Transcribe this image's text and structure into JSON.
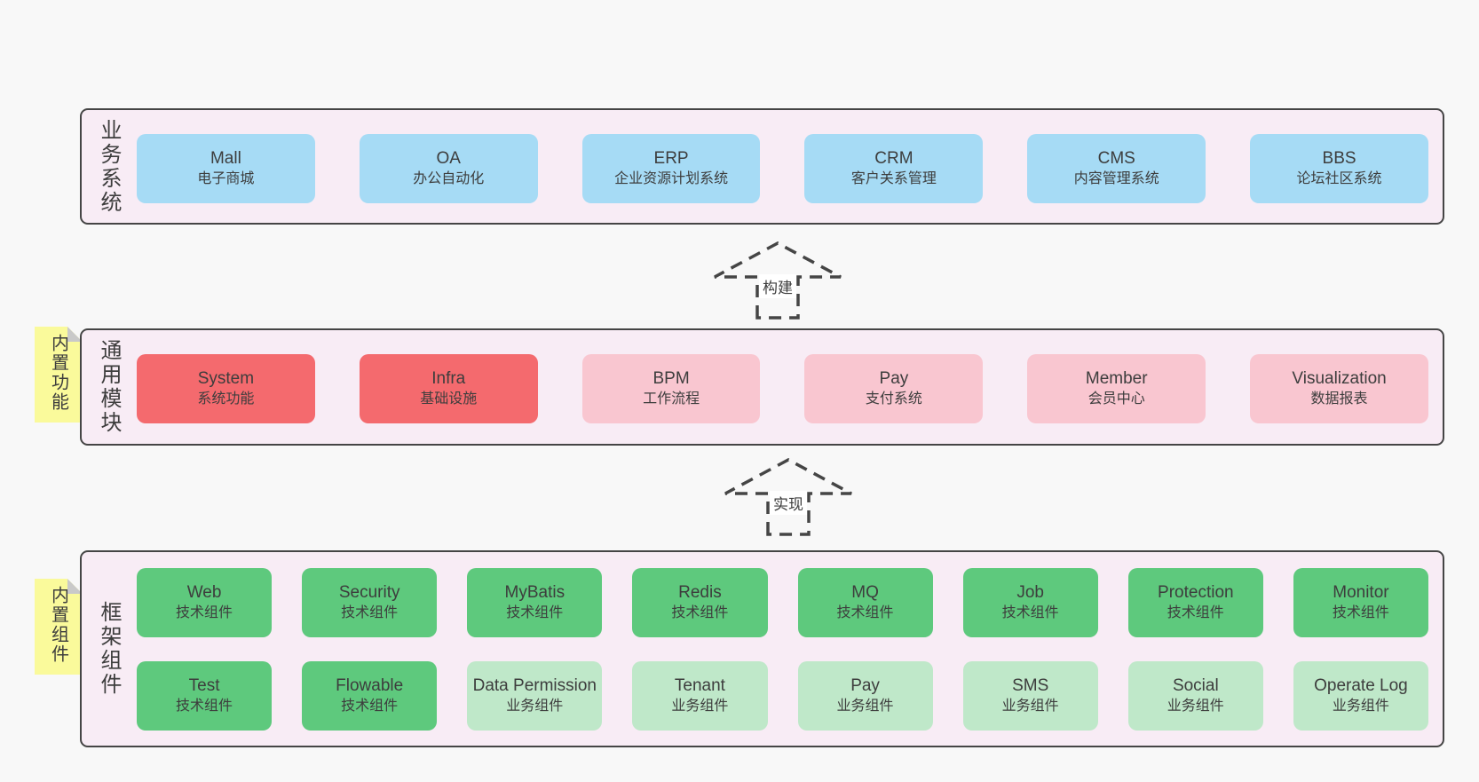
{
  "colors": {
    "page_bg": "#f8f8f8",
    "panel_bg": "#f8ecf5",
    "panel_border": "#454545",
    "blue_box": "#a6dbf5",
    "red_box": "#f46a6e",
    "pink_box": "#f9c6d0",
    "green_box": "#5ec97d",
    "light_green_box": "#bfe8c9",
    "sticky_note": "#fafa9b",
    "sticky_fold": "#c9c9c9",
    "text": "#3d3d3d"
  },
  "arrows": {
    "build": {
      "label": "构建"
    },
    "implement": {
      "label": "实现"
    }
  },
  "sections": {
    "business": {
      "label": "业务系统",
      "boxes": [
        {
          "en": "Mall",
          "zh": "电子商城"
        },
        {
          "en": "OA",
          "zh": "办公自动化"
        },
        {
          "en": "ERP",
          "zh": "企业资源计划系统"
        },
        {
          "en": "CRM",
          "zh": "客户关系管理"
        },
        {
          "en": "CMS",
          "zh": "内容管理系统"
        },
        {
          "en": "BBS",
          "zh": "论坛社区系统"
        }
      ]
    },
    "modules": {
      "label": "通用模块",
      "note": "内置功能",
      "boxes": [
        {
          "en": "System",
          "zh": "系统功能"
        },
        {
          "en": "Infra",
          "zh": "基础设施"
        },
        {
          "en": "BPM",
          "zh": "工作流程"
        },
        {
          "en": "Pay",
          "zh": "支付系统"
        },
        {
          "en": "Member",
          "zh": "会员中心"
        },
        {
          "en": "Visualization",
          "zh": "数据报表"
        }
      ]
    },
    "components": {
      "label": "框架组件",
      "note": "内置组件",
      "row1": [
        {
          "en": "Web",
          "zh": "技术组件"
        },
        {
          "en": "Security",
          "zh": "技术组件"
        },
        {
          "en": "MyBatis",
          "zh": "技术组件"
        },
        {
          "en": "Redis",
          "zh": "技术组件"
        },
        {
          "en": "MQ",
          "zh": "技术组件"
        },
        {
          "en": "Job",
          "zh": "技术组件"
        },
        {
          "en": "Protection",
          "zh": "技术组件"
        },
        {
          "en": "Monitor",
          "zh": "技术组件"
        }
      ],
      "row2": [
        {
          "en": "Test",
          "zh": "技术组件"
        },
        {
          "en": "Flowable",
          "zh": "技术组件"
        },
        {
          "en": "Data Permission",
          "zh": "业务组件"
        },
        {
          "en": "Tenant",
          "zh": "业务组件"
        },
        {
          "en": "Pay",
          "zh": "业务组件"
        },
        {
          "en": "SMS",
          "zh": "业务组件"
        },
        {
          "en": "Social",
          "zh": "业务组件"
        },
        {
          "en": "Operate Log",
          "zh": "业务组件"
        }
      ]
    }
  }
}
